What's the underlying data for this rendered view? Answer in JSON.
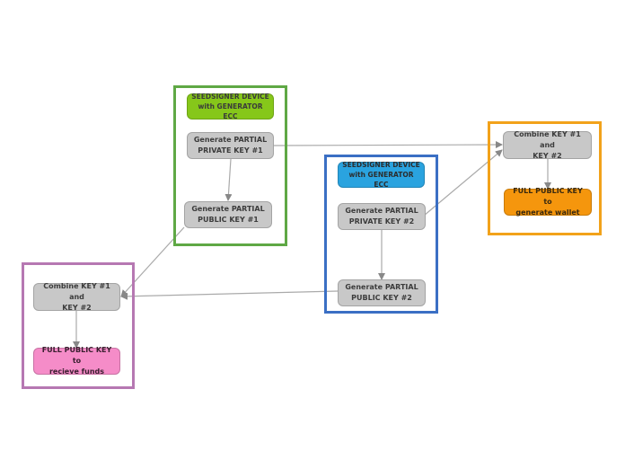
{
  "groups": {
    "device1": {
      "header": "SEEDSIGNER DEVICE\nwith GENERATOR ECC",
      "private_key": "Generate PARTIAL\nPRIVATE KEY #1",
      "public_key": "Generate PARTIAL\nPUBLIC KEY #1",
      "border_color": "#5fa845",
      "header_color": "#86c71a"
    },
    "device2": {
      "header": "SEEDSIGNER DEVICE\nwith GENERATOR ECC",
      "private_key": "Generate PARTIAL\nPRIVATE KEY #2",
      "public_key": "Generate PARTIAL\nPUBLIC KEY #2",
      "border_color": "#3b6fc4",
      "header_color": "#2aa3df"
    },
    "wallet": {
      "combine": "Combine KEY #1 and\nKEY #2",
      "result": "FULL PUBLIC KEY to\ngenerate wallet",
      "border_color": "#f2a21a",
      "result_color": "#f5960d"
    },
    "funds": {
      "combine": "Combine KEY #1 and\nKEY #2",
      "result": "FULL PUBLIC KEY to\nrecieve funds",
      "border_color": "#b678b2",
      "result_color": "#f58cc8"
    }
  },
  "colors": {
    "node_gray": "#c8c8c8",
    "arrow_gray": "#aaaaaa"
  }
}
